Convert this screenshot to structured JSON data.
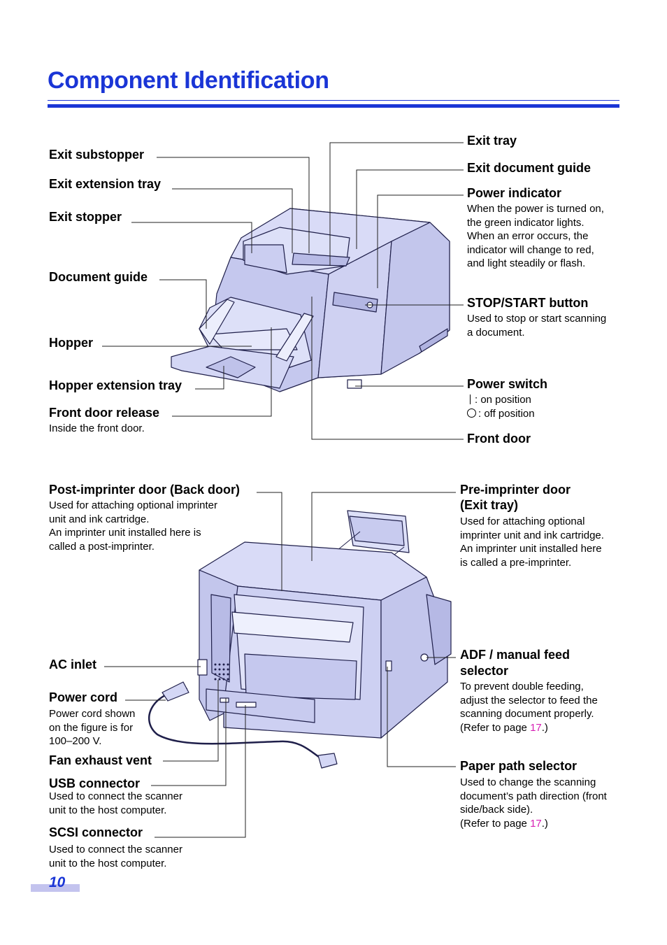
{
  "page": {
    "title": "Component Identification",
    "page_number": "10"
  },
  "front_view": {
    "left_labels": {
      "exit_substopper": "Exit substopper",
      "exit_extension_tray": "Exit extension tray",
      "exit_stopper": "Exit stopper",
      "document_guide": "Document guide",
      "hopper": "Hopper",
      "hopper_extension_tray": "Hopper extension tray",
      "front_door_release": "Front door release",
      "front_door_release_desc": "Inside the front door."
    },
    "right_labels": {
      "exit_tray": "Exit tray",
      "exit_document_guide": "Exit document guide",
      "power_indicator": "Power indicator",
      "power_indicator_desc": [
        "When the power is turned on,",
        "the green indicator lights.",
        "When an error occurs, the",
        "indicator will change to red,",
        "and light steadily or flash."
      ],
      "stop_start_button": "STOP/START button",
      "stop_start_desc": [
        "Used to stop or start scanning",
        "a document."
      ],
      "power_switch": "Power switch",
      "power_switch_on": ": on position",
      "power_switch_off": ": off position",
      "front_door": "Front door"
    }
  },
  "back_view": {
    "left_labels": {
      "post_imprinter_door": "Post-imprinter door (Back door)",
      "post_imprinter_desc": [
        "Used for attaching optional imprinter",
        "unit and ink cartridge.",
        "An imprinter unit installed here is",
        "called a post-imprinter."
      ],
      "ac_inlet": "AC inlet",
      "power_cord": "Power cord",
      "power_cord_desc": [
        "Power cord shown",
        "on the figure is for",
        "100–200 V."
      ],
      "fan_exhaust_vent": "Fan exhaust vent",
      "usb_connector": "USB connector",
      "usb_desc": [
        "Used to connect the scanner",
        "unit to the host computer."
      ],
      "scsi_connector": "SCSI connector",
      "scsi_desc": [
        "Used to connect the scanner",
        "unit to the host computer."
      ]
    },
    "right_labels": {
      "pre_imprinter_door_line1": "Pre-imprinter door",
      "pre_imprinter_door_line2": "(Exit tray)",
      "pre_imprinter_desc": [
        "Used for attaching optional",
        "imprinter unit and ink cartridge.",
        "An imprinter unit installed here",
        "is called a pre-imprinter."
      ],
      "adf_selector_line1": "ADF / manual feed",
      "adf_selector_line2": "selector",
      "adf_desc": [
        "To prevent double feeding,",
        "adjust the selector to feed the",
        "scanning document properly."
      ],
      "adf_ref_prefix": "(Refer to page ",
      "adf_ref_page": "17",
      "adf_ref_suffix": ".)",
      "paper_path_selector": "Paper path selector",
      "paper_path_desc": [
        "Used to change the scanning",
        "document’s path direction (front",
        "side/back side)."
      ],
      "paper_path_ref_prefix": "(Refer to page ",
      "paper_path_ref_page": "17",
      "paper_path_ref_suffix": ".)"
    }
  },
  "colors": {
    "accent": "#1a35d6",
    "link": "#d61fb4",
    "scanner_fill": "#c8cbef",
    "scanner_stroke": "#1f1f4a"
  }
}
